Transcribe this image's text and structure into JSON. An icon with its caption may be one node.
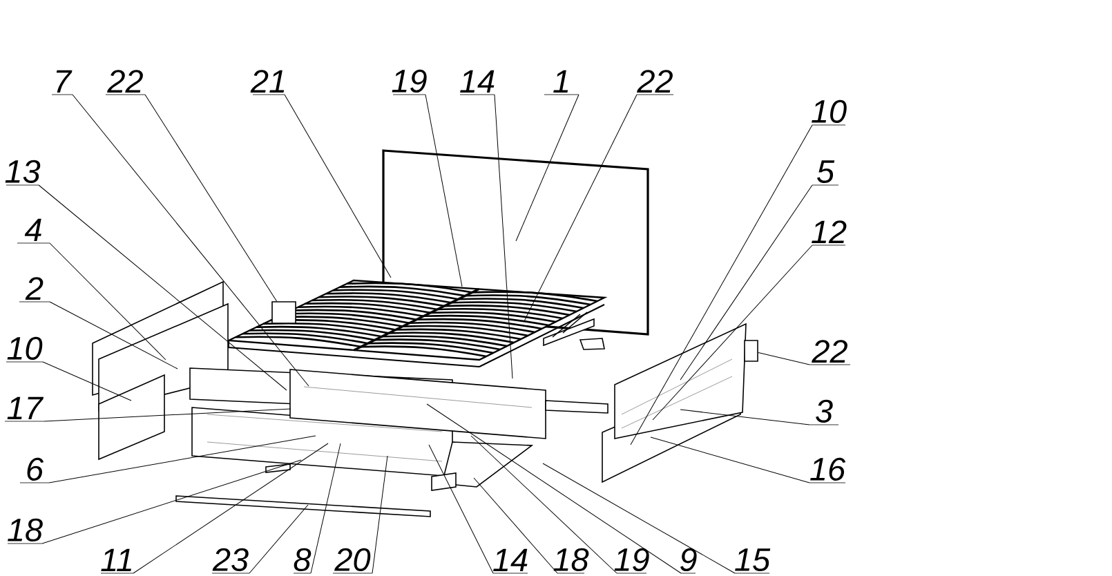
{
  "diagram": {
    "nodes": [
      {
        "text": [
          "7"
        ]
      },
      {
        "text": [
          "22"
        ]
      },
      {
        "text": [
          "21"
        ]
      },
      {
        "text": [
          "19"
        ]
      },
      {
        "text": [
          "14"
        ]
      },
      {
        "text": [
          "1"
        ]
      },
      {
        "text": [
          "22"
        ]
      },
      {
        "text": [
          "10"
        ]
      },
      {
        "text": [
          "13"
        ]
      },
      {
        "text": [
          "5"
        ]
      },
      {
        "text": [
          "4"
        ]
      },
      {
        "text": [
          "12"
        ]
      },
      {
        "text": [
          "2"
        ]
      },
      {
        "text": [
          "10"
        ]
      },
      {
        "text": [
          "22"
        ]
      },
      {
        "text": [
          "17"
        ]
      },
      {
        "text": [
          "3"
        ]
      },
      {
        "text": [
          "6"
        ]
      },
      {
        "text": [
          "16"
        ]
      },
      {
        "text": [
          "18"
        ]
      },
      {
        "text": [
          "11"
        ]
      },
      {
        "text": [
          "23"
        ]
      },
      {
        "text": [
          "8"
        ]
      },
      {
        "text": [
          "20"
        ]
      },
      {
        "text": [
          "14"
        ]
      },
      {
        "text": [
          "18"
        ]
      },
      {
        "text": [
          "19"
        ]
      },
      {
        "text": [
          "9"
        ]
      },
      {
        "text": [
          "15"
        ]
      },
      {
        "text": [],
        "shape": "box"
      },
      {
        "text": [],
        "shape": "box"
      }
    ],
    "edges": [
      {
        "from": 0,
        "to": null,
        "arrow": "none"
      },
      {
        "from": 1,
        "to": 29,
        "arrow": "none"
      },
      {
        "from": 2,
        "to": null,
        "arrow": "none"
      },
      {
        "from": 3,
        "to": null,
        "arrow": "none"
      },
      {
        "from": 4,
        "to": null,
        "arrow": "none"
      },
      {
        "from": 5,
        "to": null,
        "arrow": "none"
      },
      {
        "from": 6,
        "to": null,
        "arrow": "none"
      },
      {
        "from": 7,
        "to": null,
        "arrow": "none"
      },
      {
        "from": 8,
        "to": null,
        "arrow": "none"
      },
      {
        "from": 9,
        "to": null,
        "arrow": "none"
      },
      {
        "from": 10,
        "to": null,
        "arrow": "none"
      },
      {
        "from": 11,
        "to": null,
        "arrow": "none"
      },
      {
        "from": 12,
        "to": null,
        "arrow": "none"
      },
      {
        "from": 13,
        "to": null,
        "arrow": "none"
      },
      {
        "from": 14,
        "to": 30,
        "arrow": "none"
      },
      {
        "from": 15,
        "to": null,
        "arrow": "none"
      },
      {
        "from": 16,
        "to": null,
        "arrow": "none"
      },
      {
        "from": 17,
        "to": null,
        "arrow": "none"
      },
      {
        "from": 18,
        "to": null,
        "arrow": "none"
      },
      {
        "from": 19,
        "to": null,
        "arrow": "none"
      },
      {
        "from": 20,
        "to": null,
        "arrow": "none"
      },
      {
        "from": 21,
        "to": null,
        "arrow": "none"
      },
      {
        "from": 22,
        "to": null,
        "arrow": "none"
      },
      {
        "from": 23,
        "to": null,
        "arrow": "none"
      },
      {
        "from": 24,
        "to": null,
        "arrow": "none"
      },
      {
        "from": 25,
        "to": null,
        "arrow": "none"
      },
      {
        "from": 26,
        "to": null,
        "arrow": "none"
      },
      {
        "from": 27,
        "to": null,
        "arrow": "none"
      },
      {
        "from": 28,
        "to": null,
        "arrow": "none"
      }
    ]
  }
}
